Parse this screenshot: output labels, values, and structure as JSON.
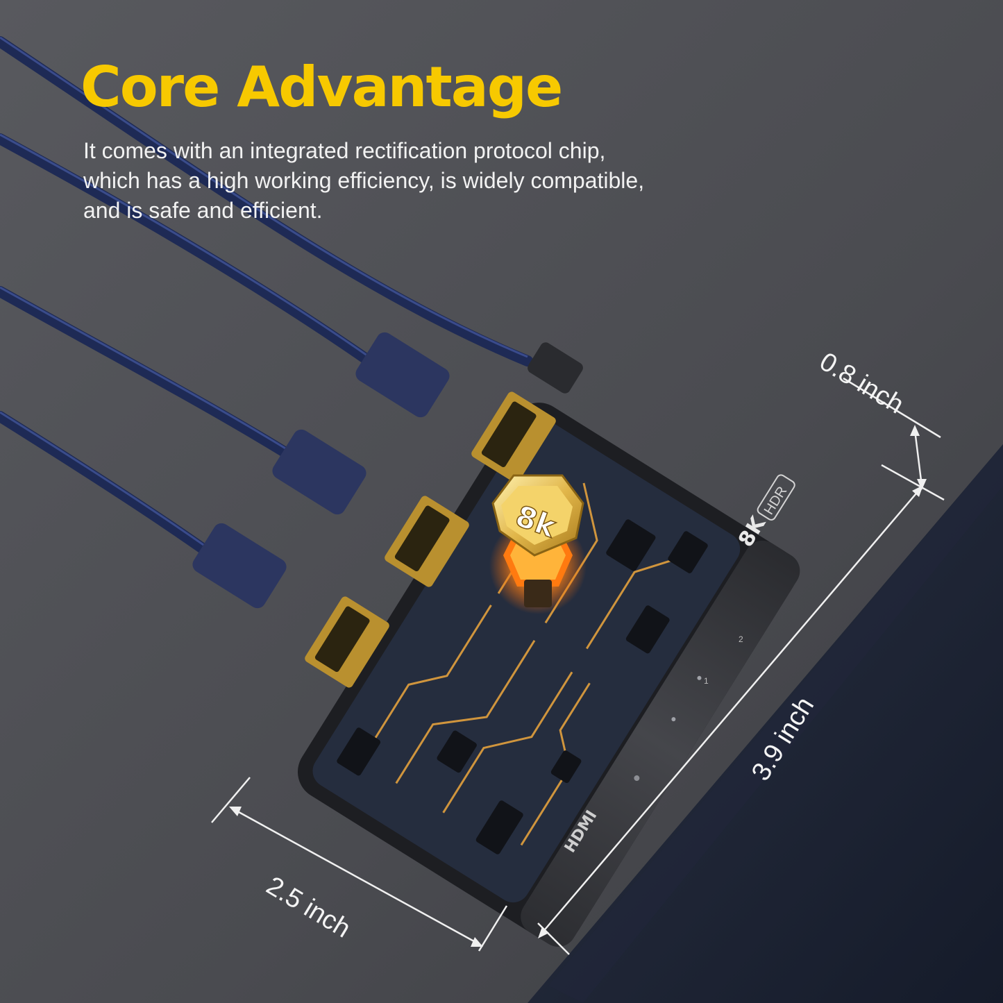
{
  "headline": "Core Advantage",
  "body_lines": [
    "It comes with an integrated rectification protocol chip,",
    "which has a high working efficiency, is widely compatible,",
    "and is safe and efficient."
  ],
  "device": {
    "badge": "8k",
    "resolution_label": "8K",
    "hdr_label": "HDR",
    "brand_label": "HDMI",
    "button_marks": [
      "1",
      "2"
    ]
  },
  "dimensions": {
    "depth": "0.8 inch",
    "length": "3.9 inch",
    "width": "2.5 inch"
  },
  "colors": {
    "headline": "#f7c900",
    "background": "#4a4b50",
    "circuit_trace": "#e3a13d",
    "cable": "#1e2a55"
  }
}
